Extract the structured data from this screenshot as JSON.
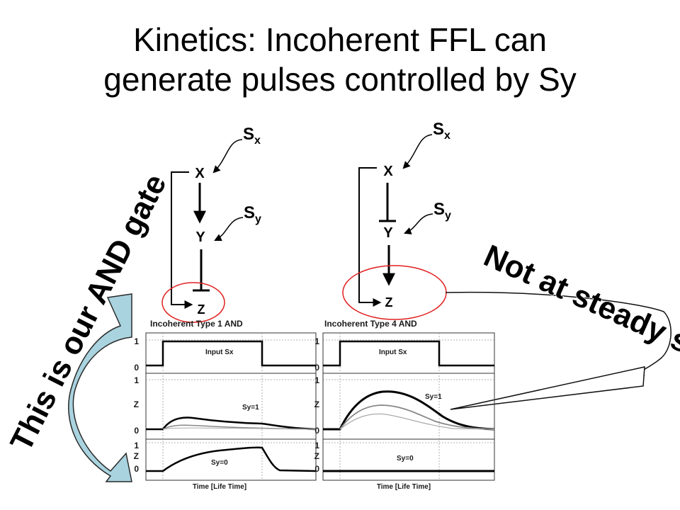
{
  "title": {
    "line1": "Kinetics: Incoherent FFL can",
    "line2": "generate pulses controlled by Sy"
  },
  "left_circuit": {
    "sx": "S",
    "sx_sub": "x",
    "sy": "S",
    "sy_sub": "y",
    "node_x": "X",
    "node_y": "Y",
    "node_z": "Z"
  },
  "right_circuit": {
    "sx": "S",
    "sx_sub": "x",
    "sy": "S",
    "sy_sub": "y",
    "node_x": "X",
    "node_y": "Y",
    "node_z": "Z"
  },
  "left_plot": {
    "title": "Incoherent Type 1 AND",
    "input_label": "Input Sx",
    "sy1_label": "Sy=1",
    "sy0_label": "Sy=0",
    "xlabel": "Time [Life Time]",
    "ticks_top": [
      "1",
      "0"
    ],
    "ticks_mid": [
      "1",
      "Z",
      "0"
    ],
    "ticks_bot": [
      "1",
      "Z",
      "0"
    ]
  },
  "right_plot": {
    "title": "Incoherent Type 4 AND",
    "input_label": "Input Sx",
    "sy1_label": "Sy=1",
    "sy0_label": "Sy=0",
    "xlabel": "Time [Life Time]",
    "ticks_top": [
      "1",
      "0"
    ],
    "ticks_mid": [
      "1",
      "Z",
      "0"
    ],
    "ticks_bot": [
      "1",
      "Z",
      "0"
    ]
  },
  "callouts": {
    "and_gate": "This is our AND gate",
    "steady_state": "Not at steady state"
  },
  "colors": {
    "highlight": "#e02020",
    "arrow_fill": "#a9d3df",
    "arrow_stroke": "#2a2a2a"
  }
}
